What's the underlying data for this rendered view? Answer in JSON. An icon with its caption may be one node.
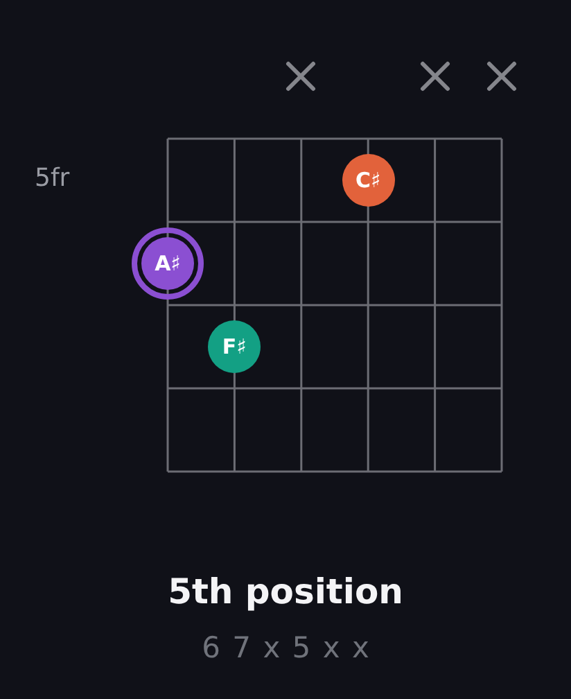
{
  "diagram": {
    "title": "5th position",
    "nodes": [
      {
        "text": [
          "C♯"
        ]
      },
      {
        "text": [
          "A♯"
        ]
      },
      {
        "text": [
          "F♯"
        ]
      }
    ],
    "labels": [
      "5fr",
      "6 7 x 5 x x"
    ]
  }
}
